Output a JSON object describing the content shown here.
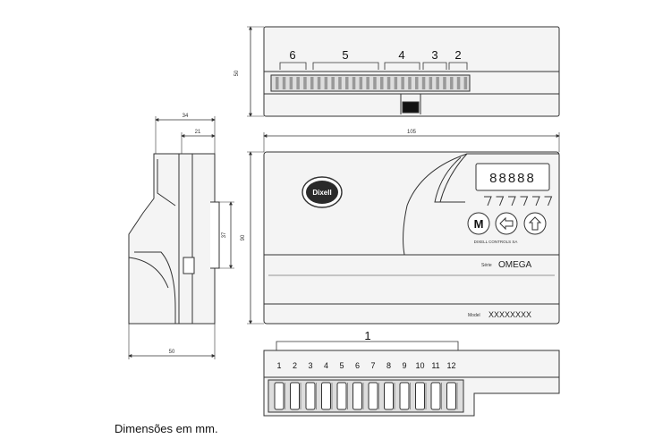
{
  "caption": "Dimensões em mm.",
  "dimensions": {
    "side_overall_width": "34",
    "side_rail_width": "21",
    "side_slot_height": "37",
    "side_bottom_width": "50",
    "top_view_height": "50",
    "front_width": "105",
    "front_height": "90"
  },
  "top_callouts": [
    "6",
    "5",
    "4",
    "3",
    "2"
  ],
  "bottom_callout": "1",
  "terminal_numbers": [
    "1",
    "2",
    "3",
    "4",
    "5",
    "6",
    "7",
    "8",
    "9",
    "10",
    "11",
    "12"
  ],
  "front_panel": {
    "logo_text": "Dixell",
    "display_digits": "88888",
    "button_m_label": "M",
    "maker_line": "DIXELL CONTROLS SA",
    "series_label": "Série",
    "series_name": "OMEGA",
    "model_label": "Model",
    "model_value": "XXXXXXXX"
  },
  "icons": [
    "left-arrow-icon",
    "up-arrow-icon",
    "status-led-icon"
  ]
}
